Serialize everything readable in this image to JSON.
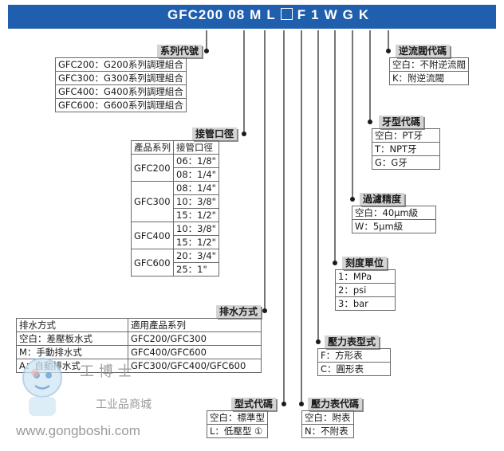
{
  "code_parts": [
    "GFC200",
    "08",
    "M",
    "L",
    "□",
    "F",
    "1",
    "W",
    "G",
    "K"
  ],
  "series": {
    "title": "系列代號",
    "rows": [
      "GFC200：G200系列調理組合",
      "GFC300：G300系列調理組合",
      "GFC400：G400系列調理組合",
      "GFC600：G600系列調理組合"
    ]
  },
  "port": {
    "title": "接管口徑",
    "headers": [
      "產品系列",
      "接管口徑"
    ],
    "groups": [
      {
        "series": "GFC200",
        "sizes": [
          "06：1/8\"",
          "08：1/4\""
        ]
      },
      {
        "series": "GFC300",
        "sizes": [
          "08：1/4\"",
          "10：3/8\"",
          "15：1/2\""
        ]
      },
      {
        "series": "GFC400",
        "sizes": [
          "10：3/8\"",
          "15：1/2\""
        ]
      },
      {
        "series": "GFC600",
        "sizes": [
          "20：3/4\"",
          "25：1\""
        ]
      }
    ]
  },
  "drain": {
    "title": "排水方式",
    "headers": [
      "排水方式",
      "適用產品系列"
    ],
    "rows": [
      [
        "空白：差壓板水式",
        "GFC200/GFC300"
      ],
      [
        "M：手動排水式",
        "GFC400/GFC600"
      ],
      [
        "A：自動排水式",
        "GFC300/GFC400/GFC600"
      ]
    ]
  },
  "model": {
    "title": "型式代碼",
    "rows": [
      "空白：標準型",
      "L：低壓型 ①"
    ]
  },
  "gauge_code": {
    "title": "壓力表代碼",
    "rows": [
      "空白：附表",
      "N：不附表"
    ]
  },
  "gauge_type": {
    "title": "壓力表型式",
    "rows": [
      "F：方形表",
      "C：圓形表"
    ]
  },
  "scale": {
    "title": "刻度單位",
    "rows": [
      "1：MPa",
      "2：psi",
      "3：bar"
    ]
  },
  "filter": {
    "title": "過濾精度",
    "rows": [
      "空白：40μm級",
      "W：5μm級"
    ]
  },
  "thread": {
    "title": "牙型代碼",
    "rows": [
      "空白：PT牙",
      "T：NPT牙",
      "G：G牙"
    ]
  },
  "check": {
    "title": "逆流閥代碼",
    "rows": [
      "空白：不附逆流閥",
      "K：附逆流閥"
    ]
  },
  "watermark": {
    "cn": "工 博 士",
    "mall": "工业品商城",
    "url": "www.gongboshi.com"
  },
  "colors": {
    "banner": "#1f5fad",
    "label_bg": "#d4d4d4",
    "line": "#1a1a1a"
  }
}
